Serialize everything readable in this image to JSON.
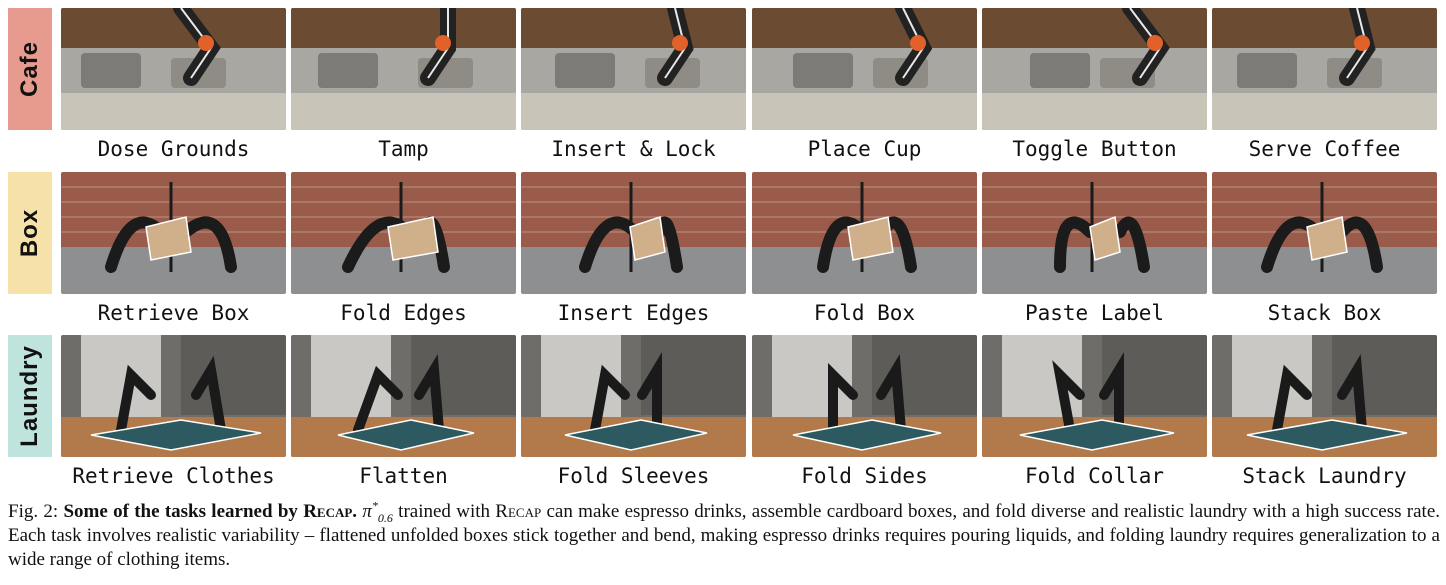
{
  "rows": [
    {
      "label": "Cafe",
      "color": "#e79a8e",
      "scene": "cafe",
      "tasks": [
        "Dose Grounds",
        "Tamp",
        "Insert & Lock",
        "Place Cup",
        "Toggle Button",
        "Serve Coffee"
      ]
    },
    {
      "label": "Box",
      "color": "#f6e1a8",
      "scene": "box",
      "tasks": [
        "Retrieve Box",
        "Fold Edges",
        "Insert Edges",
        "Fold Box",
        "Paste Label",
        "Stack Box"
      ]
    },
    {
      "label": "Laundry",
      "color": "#bfe3dd",
      "scene": "laundry",
      "tasks": [
        "Retrieve Clothes",
        "Flatten",
        "Fold Sleeves",
        "Fold Sides",
        "Fold Collar",
        "Stack Laundry"
      ]
    }
  ],
  "caption": {
    "fig_label": "Fig. 2:",
    "bold_prefix": "Some of the tasks learned by",
    "method": "Recap",
    "model_symbol": "π",
    "model_sup": "*",
    "model_sub": "0.6",
    "trained_with": "trained with",
    "text": "can make espresso drinks, assemble cardboard boxes, and fold diverse and realistic laundry with a high success rate. Each task involves realistic variability – flattened unfolded boxes stick together and bend, making espresso drinks requires pouring liquids, and folding laundry requires generalization to a wide range of clothing items."
  }
}
